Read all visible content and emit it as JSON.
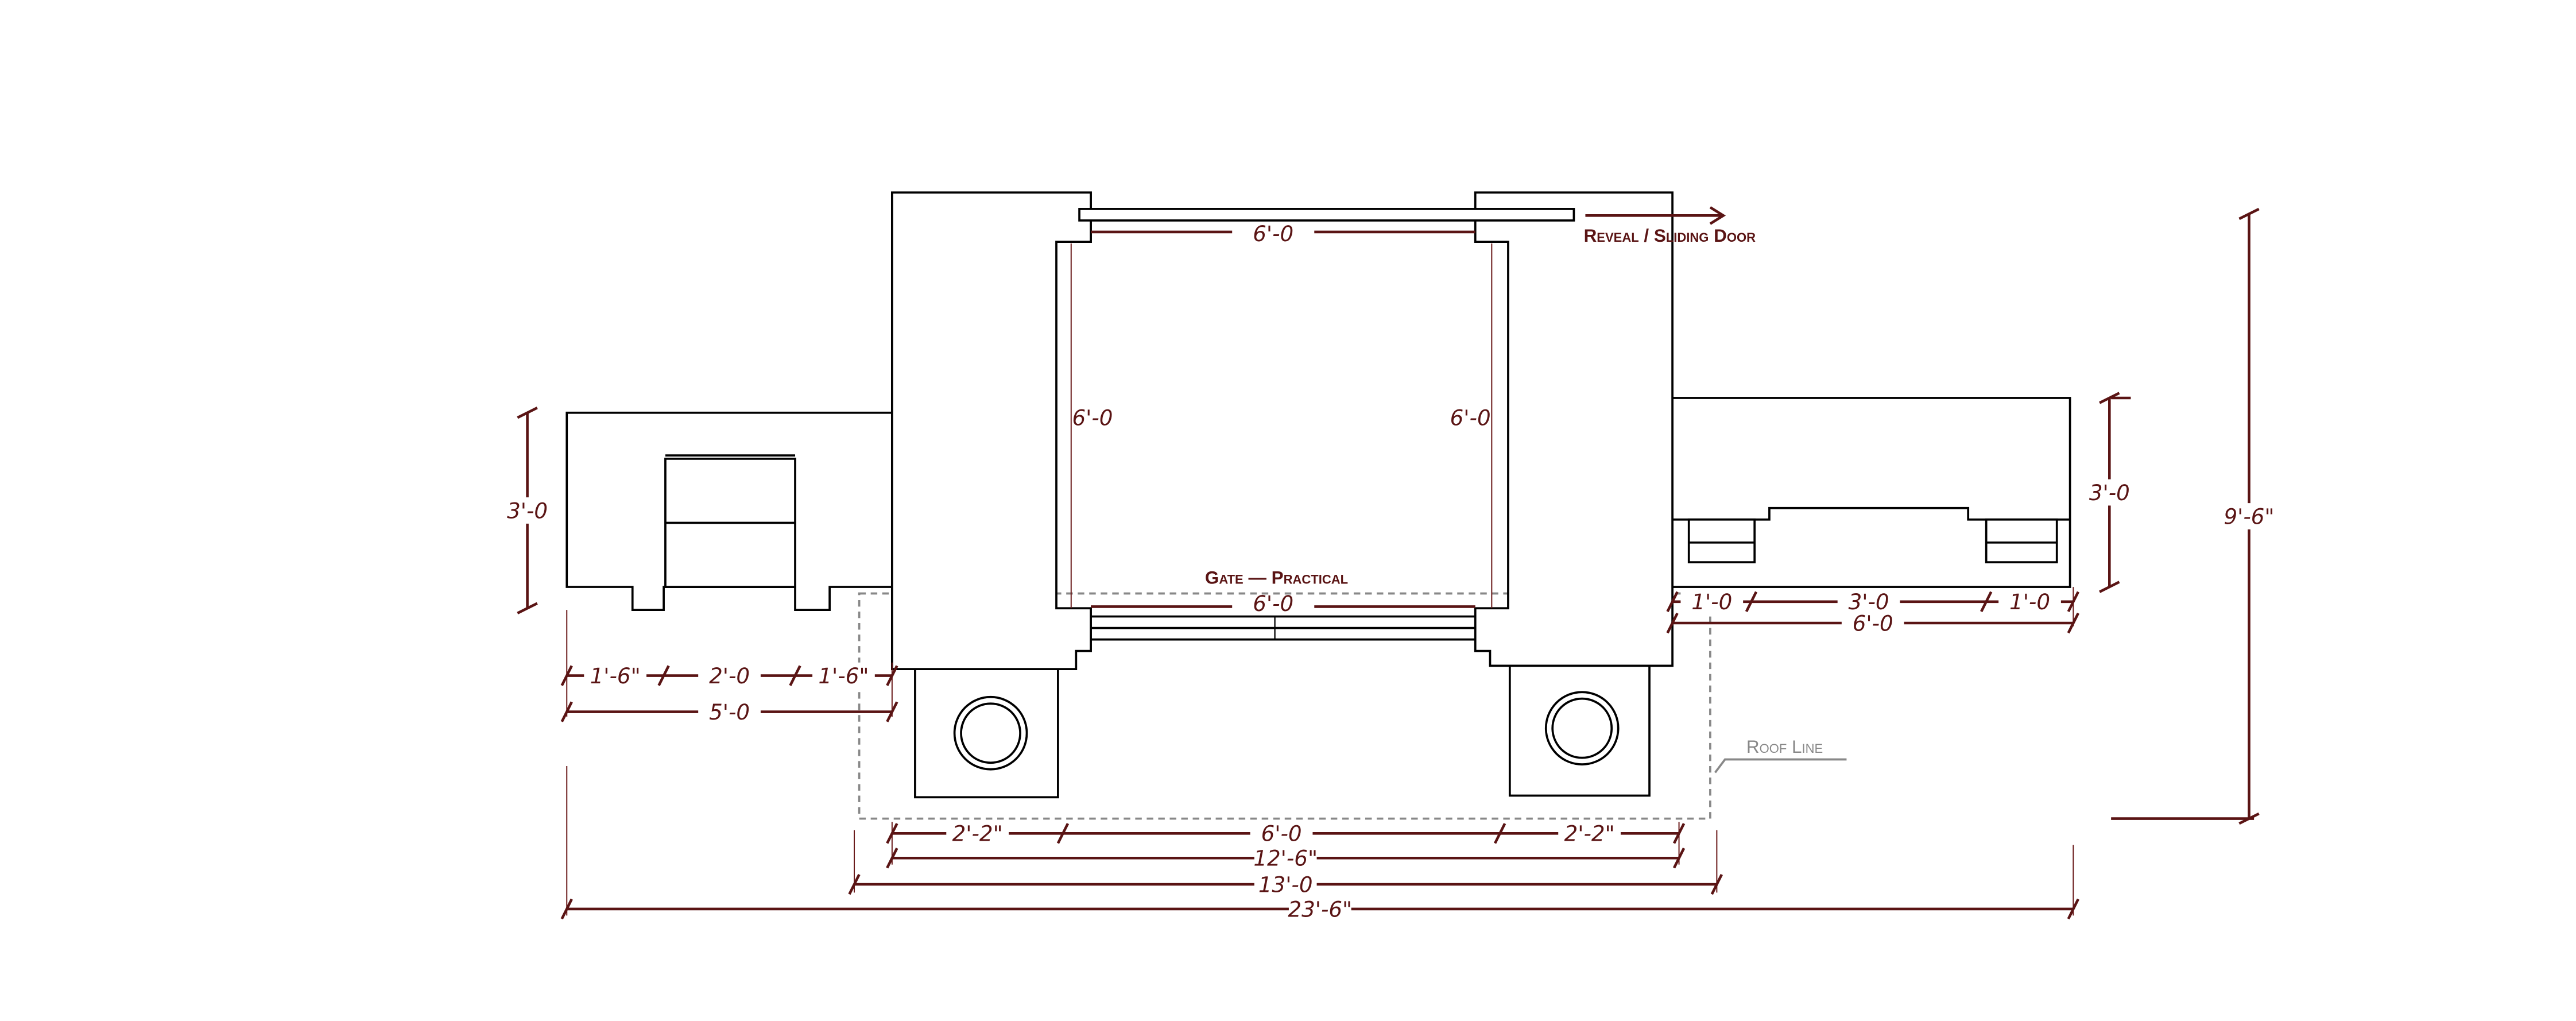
{
  "labels": {
    "reveal_sliding_door": "Reveal / Sliding Door",
    "gate_practical": "Gate — Practical",
    "roof_line": "Roof Line"
  },
  "dimensions": {
    "opening_top": "6'-0",
    "opening_left": "6'-0",
    "opening_right": "6'-0",
    "opening_bottom": "6'-0",
    "left_wing_height": "3'-0",
    "left_wing_a": "1'-6\"",
    "left_wing_b": "2'-0",
    "left_wing_c": "1'-6\"",
    "left_wing_total": "5'-0",
    "right_wing_height": "3'-0",
    "right_wing_a": "1'-0",
    "right_wing_b": "3'-0",
    "right_wing_c": "1'-0",
    "right_wing_total": "6'-0",
    "overall_height": "9'-6\"",
    "pillar_left": "2'-2\"",
    "center": "6'-0",
    "pillar_right": "2'-2\"",
    "pillars_total": "12'-6\"",
    "roof_total": "13'-0",
    "overall_width": "23'-6\""
  },
  "colors": {
    "dimension": "#5a1414",
    "roof_line": "#888888",
    "walls": "#000000"
  }
}
